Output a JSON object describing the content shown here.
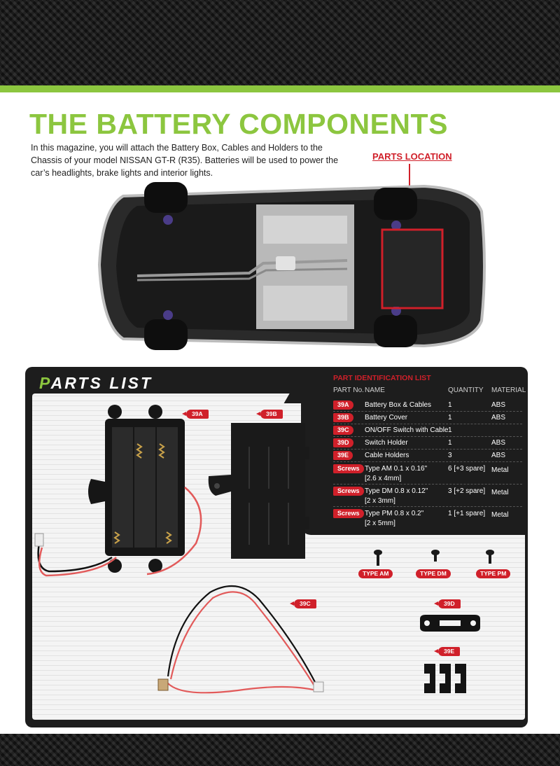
{
  "page": {
    "title": "THE BATTERY COMPONENTS",
    "intro": "In this magazine, you will attach the Battery Box, Cables and Holders to the Chassis of your model NISSAN GT-R (R35). Batteries will be used to power the car’s headlights, brake lights and interior lights.",
    "parts_location_label": "PARTS LOCATION"
  },
  "parts_list": {
    "title_first": "P",
    "title_rest": "ARTS LIST",
    "table_title": "PART IDENTIFICATION LIST",
    "headers": {
      "part_no": "PART No.",
      "name": "NAME",
      "quantity": "QUANTITY",
      "material": "MATERIAL"
    },
    "rows": [
      {
        "part_no": "39A",
        "name": "Battery Box & Cables",
        "name2": "",
        "quantity": "1",
        "material": "ABS"
      },
      {
        "part_no": "39B",
        "name": "Battery Cover",
        "name2": "",
        "quantity": "1",
        "material": "ABS"
      },
      {
        "part_no": "39C",
        "name": "ON/OFF Switch with Cable",
        "name2": "",
        "quantity": "1",
        "material": ""
      },
      {
        "part_no": "39D",
        "name": "Switch Holder",
        "name2": "",
        "quantity": "1",
        "material": "ABS"
      },
      {
        "part_no": "39E",
        "name": "Cable Holders",
        "name2": "",
        "quantity": "3",
        "material": "ABS"
      },
      {
        "part_no": "Screws",
        "name": "Type AM  0.1 x 0.16\"",
        "name2": "[2.6 x 4mm]",
        "quantity": "6 [+3 spare]",
        "material": "Metal"
      },
      {
        "part_no": "Screws",
        "name": "Type DM  0.8 x 0.12\"",
        "name2": "[2 x 3mm]",
        "quantity": "3 [+2 spare]",
        "material": "Metal"
      },
      {
        "part_no": "Screws",
        "name": "Type PM  0.8 x 0.2\"",
        "name2": "[2 x 5mm]",
        "quantity": "1 [+1 spare]",
        "material": "Metal"
      }
    ],
    "callouts": {
      "a": "39A",
      "b": "39B",
      "c": "39C",
      "d": "39D",
      "e": "39E"
    },
    "screw_types": {
      "am": "TYPE AM",
      "dm": "TYPE DM",
      "pm": "TYPE PM"
    }
  },
  "colors": {
    "accent_green": "#8cc63f",
    "accent_red": "#d0202a",
    "panel_dark": "#1d1d1d"
  }
}
